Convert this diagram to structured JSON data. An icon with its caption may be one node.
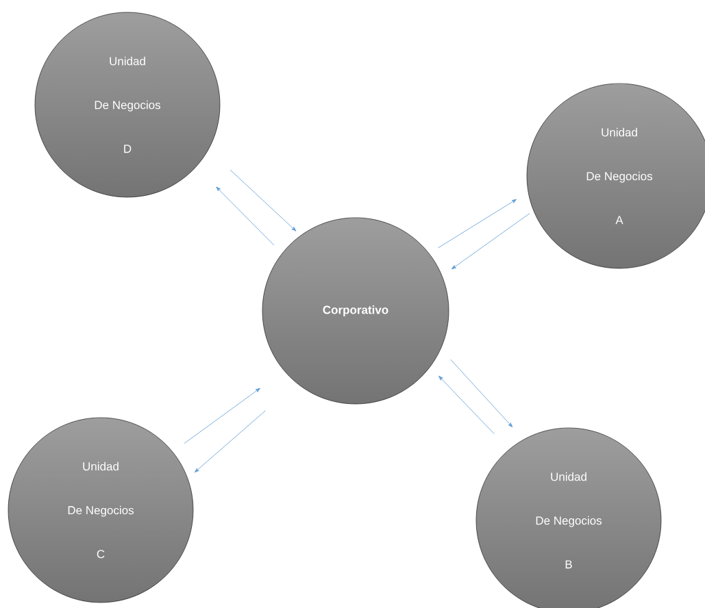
{
  "diagram": {
    "nodes": [
      {
        "text": [
          "Unidad",
          "De Negocios",
          "D"
        ]
      },
      {
        "text": [
          "Unidad",
          "De Negocios",
          "A"
        ]
      },
      {
        "text": [
          "Corporativo"
        ]
      },
      {
        "text": [
          "Unidad",
          "De Negocios",
          "C"
        ]
      },
      {
        "text": [
          "Unidad",
          "De Negocios",
          "B"
        ]
      }
    ],
    "edges": [
      {
        "from": 0,
        "to": 2,
        "arrow": "to"
      },
      {
        "from": 2,
        "to": 0,
        "arrow": "to"
      },
      {
        "from": 2,
        "to": 1,
        "arrow": "to"
      },
      {
        "from": 1,
        "to": 2,
        "arrow": "to"
      },
      {
        "from": 2,
        "to": 4,
        "arrow": "to"
      },
      {
        "from": 4,
        "to": 2,
        "arrow": "to"
      },
      {
        "from": 3,
        "to": 2,
        "arrow": "to"
      },
      {
        "from": 2,
        "to": 3,
        "arrow": "to"
      }
    ]
  }
}
